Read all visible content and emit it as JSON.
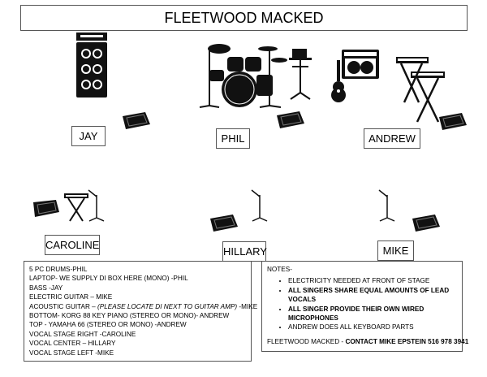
{
  "title": "FLEETWOOD MACKED",
  "members": {
    "jay": "JAY",
    "phil": "PHIL",
    "andrew": "ANDREW",
    "caroline": "CAROLINE",
    "hillary": "HILLARY",
    "mike": "MIKE"
  },
  "input_list": [
    "5 PC DRUMS-PHIL",
    "LAPTOP- WE SUPPLY DI BOX HERE (MONO) -PHIL",
    "BASS -JAY",
    "ELECTRIC GUITAR – MIKE",
    "ACOUSTIC GUITAR – ",
    "(PLEASE LOCATE DI NEXT TO GUITAR AMP)",
    " -MIKE",
    "BOTTOM- KORG 88 KEY PIANO (STEREO OR MONO)- ANDREW",
    "TOP - YAMAHA 66 (STEREO OR MONO) -ANDREW",
    "VOCAL STAGE RIGHT -CAROLINE",
    "VOCAL CENTER – HILLARY",
    "VOCAL STAGE LEFT -MIKE"
  ],
  "notes": {
    "heading": "NOTES-",
    "items": [
      "ELECTRICITY NEEDED AT FRONT OF STAGE",
      "ALL SINGERS SHARE EQUAL AMOUNTS OF LEAD VOCALS",
      "ALL SINGER PROVIDE THEIR OWN WIRED MICROPHONES",
      "ANDREW DOES ALL KEYBOARD PARTS"
    ],
    "contact_prefix": "FLEETWOOD MACKED - ",
    "contact": "CONTACT MIKE EPSTEIN 516 978 3941"
  }
}
